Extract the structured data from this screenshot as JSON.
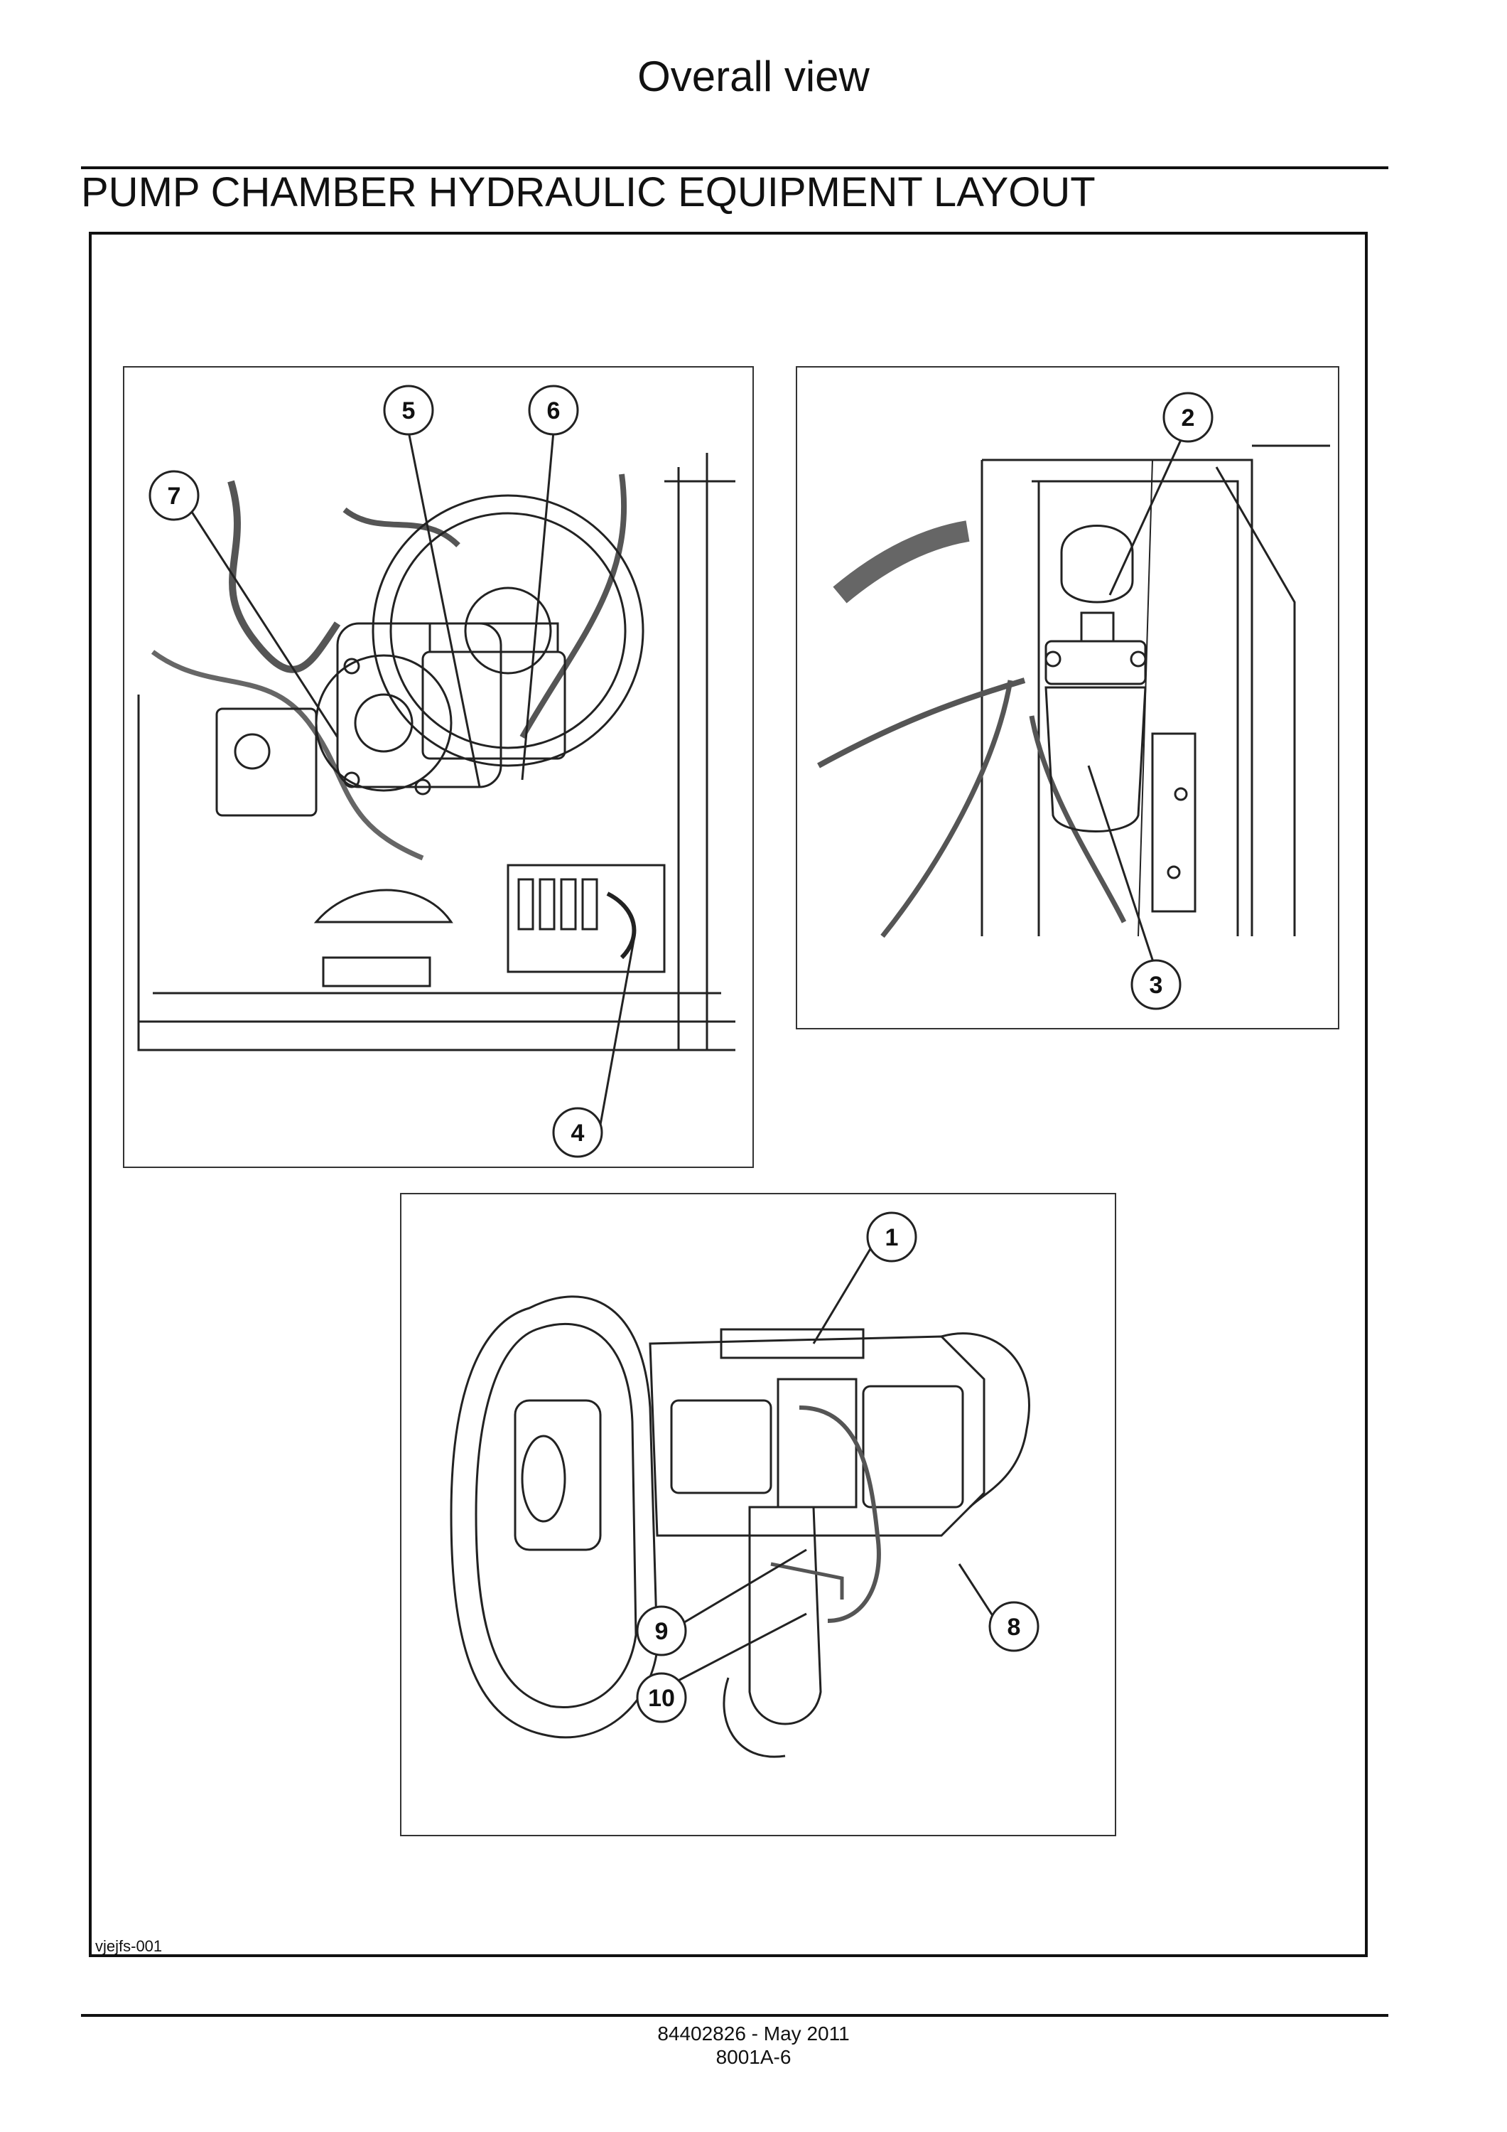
{
  "section_heading": "Overall view",
  "page_title": "PUMP CHAMBER HYDRAULIC EQUIPMENT LAYOUT",
  "figure": {
    "reference": "vjejfs-001",
    "callouts": {
      "c1": "1",
      "c2": "2",
      "c3": "3",
      "c4": "4",
      "c5": "5",
      "c6": "6",
      "c7": "7",
      "c8": "8",
      "c9": "9",
      "c10": "10"
    }
  },
  "footer": {
    "doc_date": "84402826 - May 2011",
    "page_number": "8001A-6"
  }
}
